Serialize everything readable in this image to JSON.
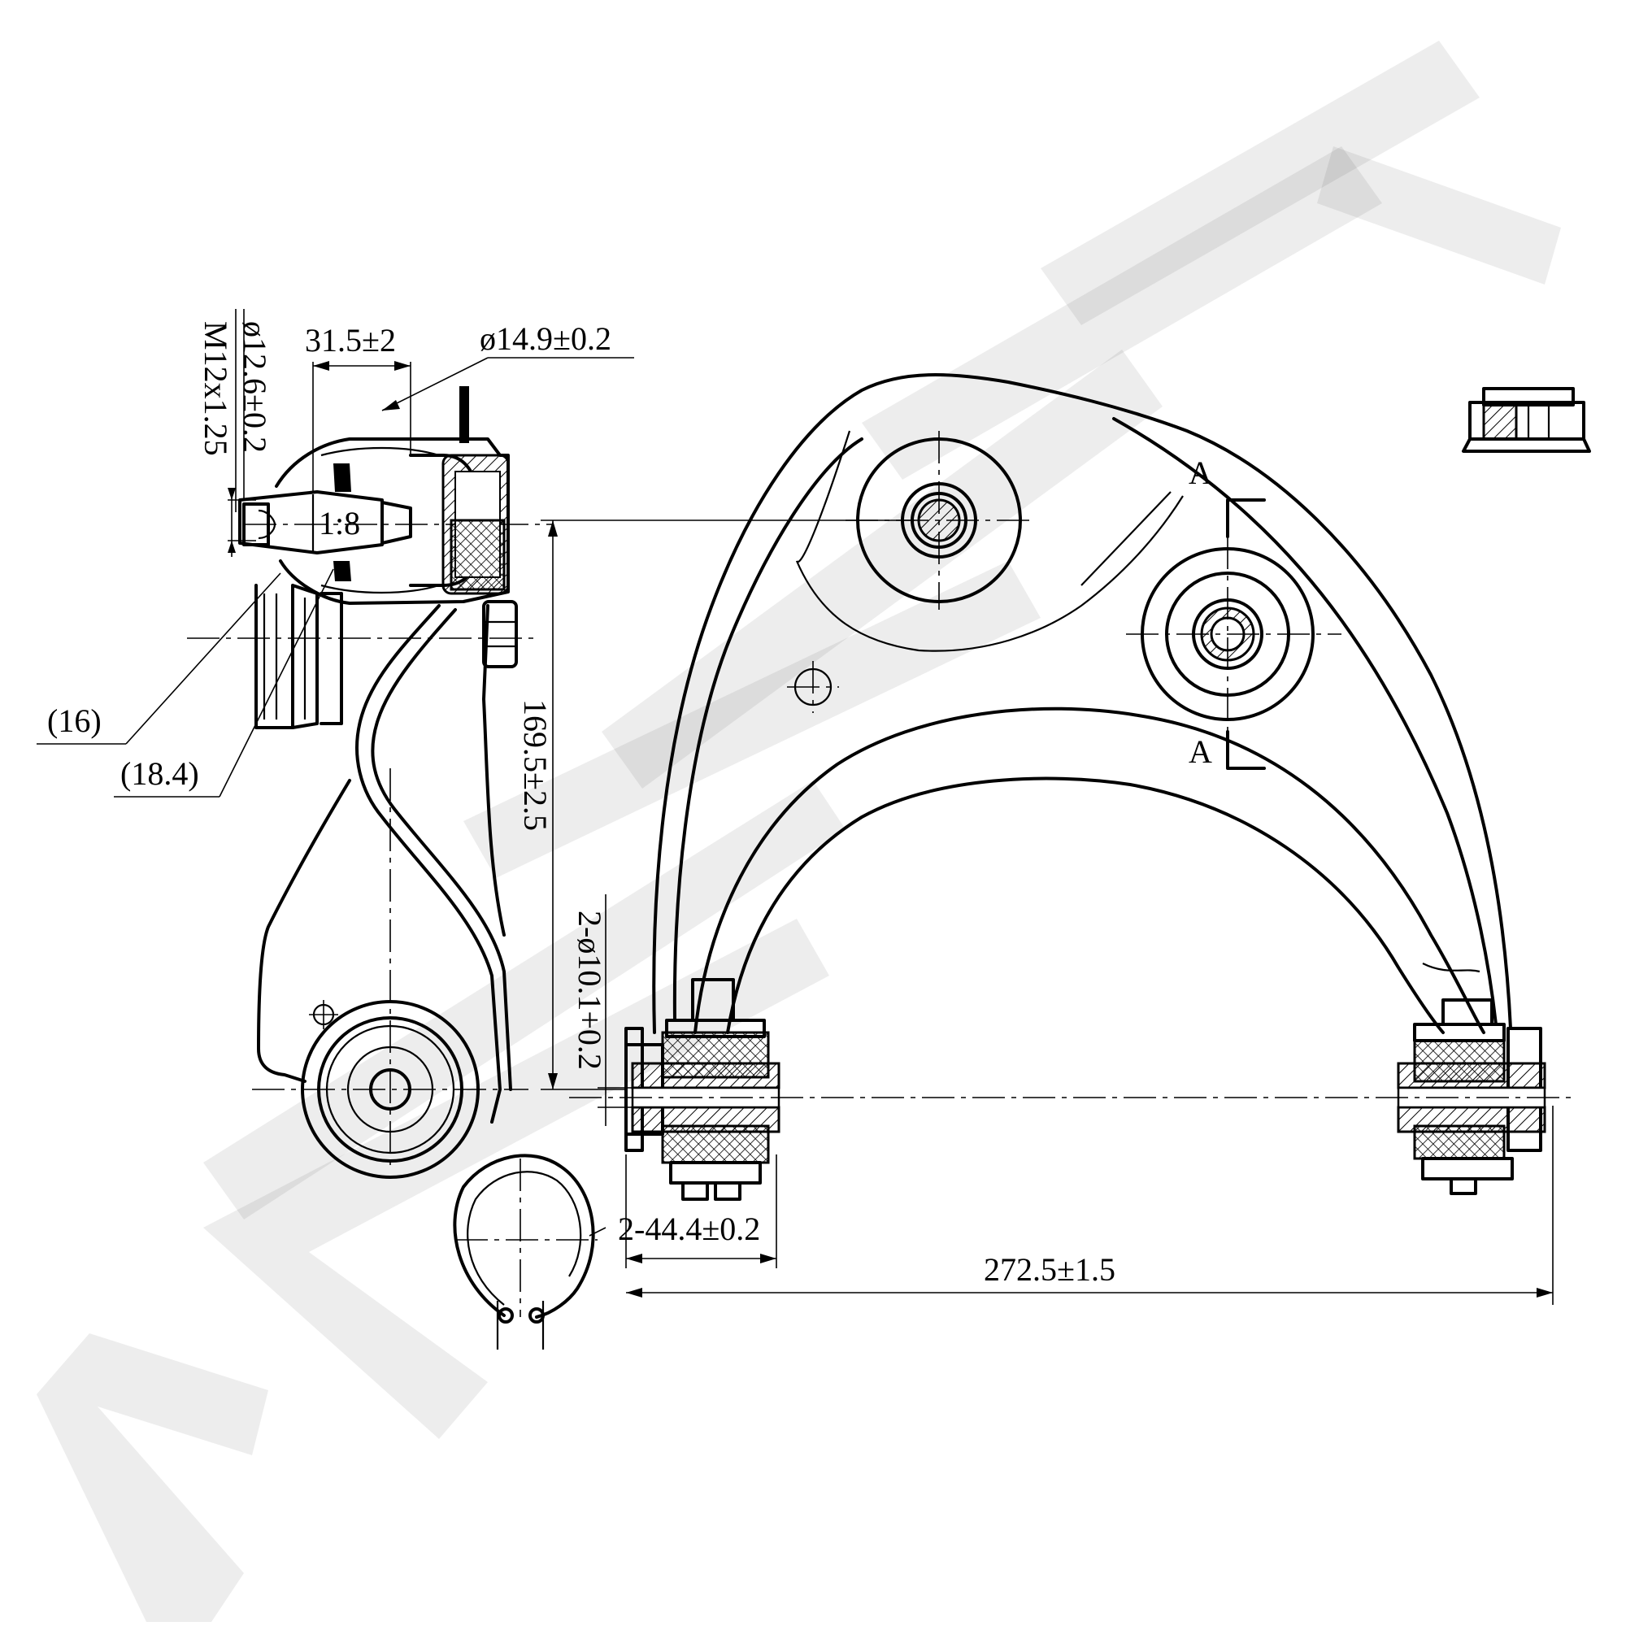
{
  "watermark": {
    "text": "APDTY"
  },
  "labels": {
    "thread": "M12x1.25",
    "shank_dia": "ø12.6±0.2",
    "stud_len": "31.5±2",
    "boot_dia": "ø14.9±0.2",
    "taper": "1:8",
    "ref_16": "(16)",
    "ref_184": "(18.4)",
    "height": "169.5±2.5",
    "bore": "2-ø10.1+0.2",
    "bushing_len": "2-44.4±0.2",
    "span": "272.5±1.5",
    "section_top": "A",
    "section_bottom": "A"
  },
  "icons": {
    "nut": "flange-nut-icon",
    "circlip": "circlip-icon"
  }
}
